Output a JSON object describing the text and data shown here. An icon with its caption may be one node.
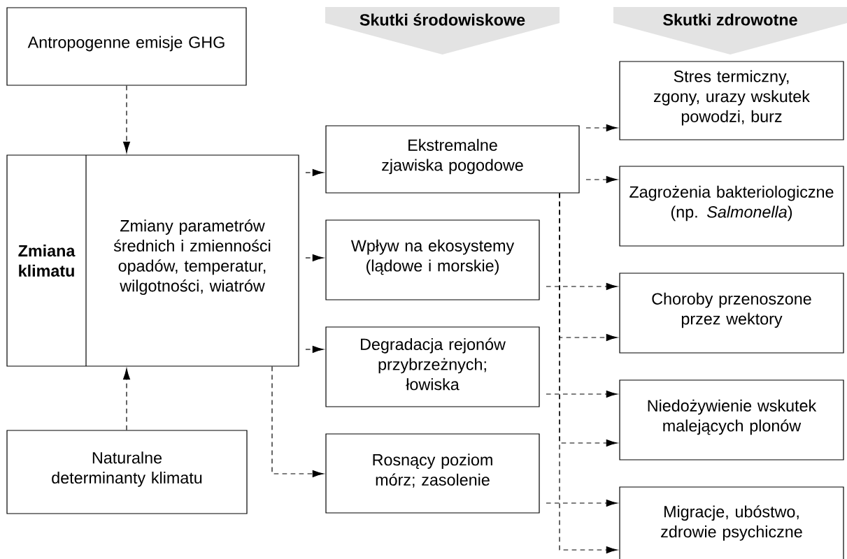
{
  "diagram": {
    "nodes": [
      {
        "text": [
          "Skutki środowiskowe"
        ]
      },
      {
        "text": [
          "Skutki zdrowotne"
        ]
      },
      {
        "text": [
          "Antropogenne emisje GHG"
        ]
      },
      {
        "text": [
          "Zmiana klimatu",
          "Zmiany parametrów średnich i zmienności opadów, temperatur, wilgotności, wiatrów"
        ]
      },
      {
        "text": [
          "Ekstremalne zjawiska pogodowe"
        ]
      },
      {
        "text": [
          "Wpływ na ekosystemy (lądowe i morskie)"
        ]
      },
      {
        "text": [
          "Degradacja rejonów przybrzeżnych; łowiska"
        ]
      },
      {
        "text": [
          "Rosnący poziom mórz; zasolenie"
        ]
      },
      {
        "text": [
          "Naturalne determinanty klimatu"
        ]
      },
      {
        "text": [
          "Stres termiczny, zgony, urazy wskutek powodzi, burz"
        ]
      },
      {
        "text": [
          "Zagrożenia bakteriologiczne (np. *Salmonella*)"
        ]
      },
      {
        "text": [
          "Choroby przenoszone przez wektory"
        ]
      },
      {
        "text": [
          "Niedożywienie wskutek malejących plonów"
        ]
      },
      {
        "text": [
          "Migracje, ubóstwo, zdrowie psychiczne"
        ]
      }
    ],
    "edges": [
      {
        "from": 2,
        "to": 3,
        "arrow": "to",
        "style": "dashed"
      },
      {
        "from": 8,
        "to": 3,
        "arrow": "to",
        "style": "dashed"
      },
      {
        "from": 3,
        "to": 4,
        "arrow": "to",
        "style": "dashed"
      },
      {
        "from": 3,
        "to": 5,
        "arrow": "to",
        "style": "dashed"
      },
      {
        "from": 3,
        "to": 6,
        "arrow": "to",
        "style": "dashed"
      },
      {
        "from": 3,
        "to": 7,
        "arrow": "to",
        "style": "dashed"
      },
      {
        "from": 4,
        "to": 9,
        "arrow": "to",
        "style": "dashed"
      },
      {
        "from": 4,
        "to": 10,
        "arrow": "to",
        "style": "dashed"
      },
      {
        "from": 5,
        "to": 11,
        "arrow": "to",
        "style": "dashed"
      },
      {
        "from": 4,
        "to": 11,
        "arrow": "to",
        "style": "dashed"
      },
      {
        "from": 6,
        "to": 12,
        "arrow": "to",
        "style": "dashed"
      },
      {
        "from": 4,
        "to": 12,
        "arrow": "to",
        "style": "dashed"
      },
      {
        "from": 7,
        "to": 13,
        "arrow": "to",
        "style": "dashed"
      },
      {
        "from": 4,
        "to": 13,
        "arrow": "to",
        "style": "dashed"
      }
    ]
  }
}
